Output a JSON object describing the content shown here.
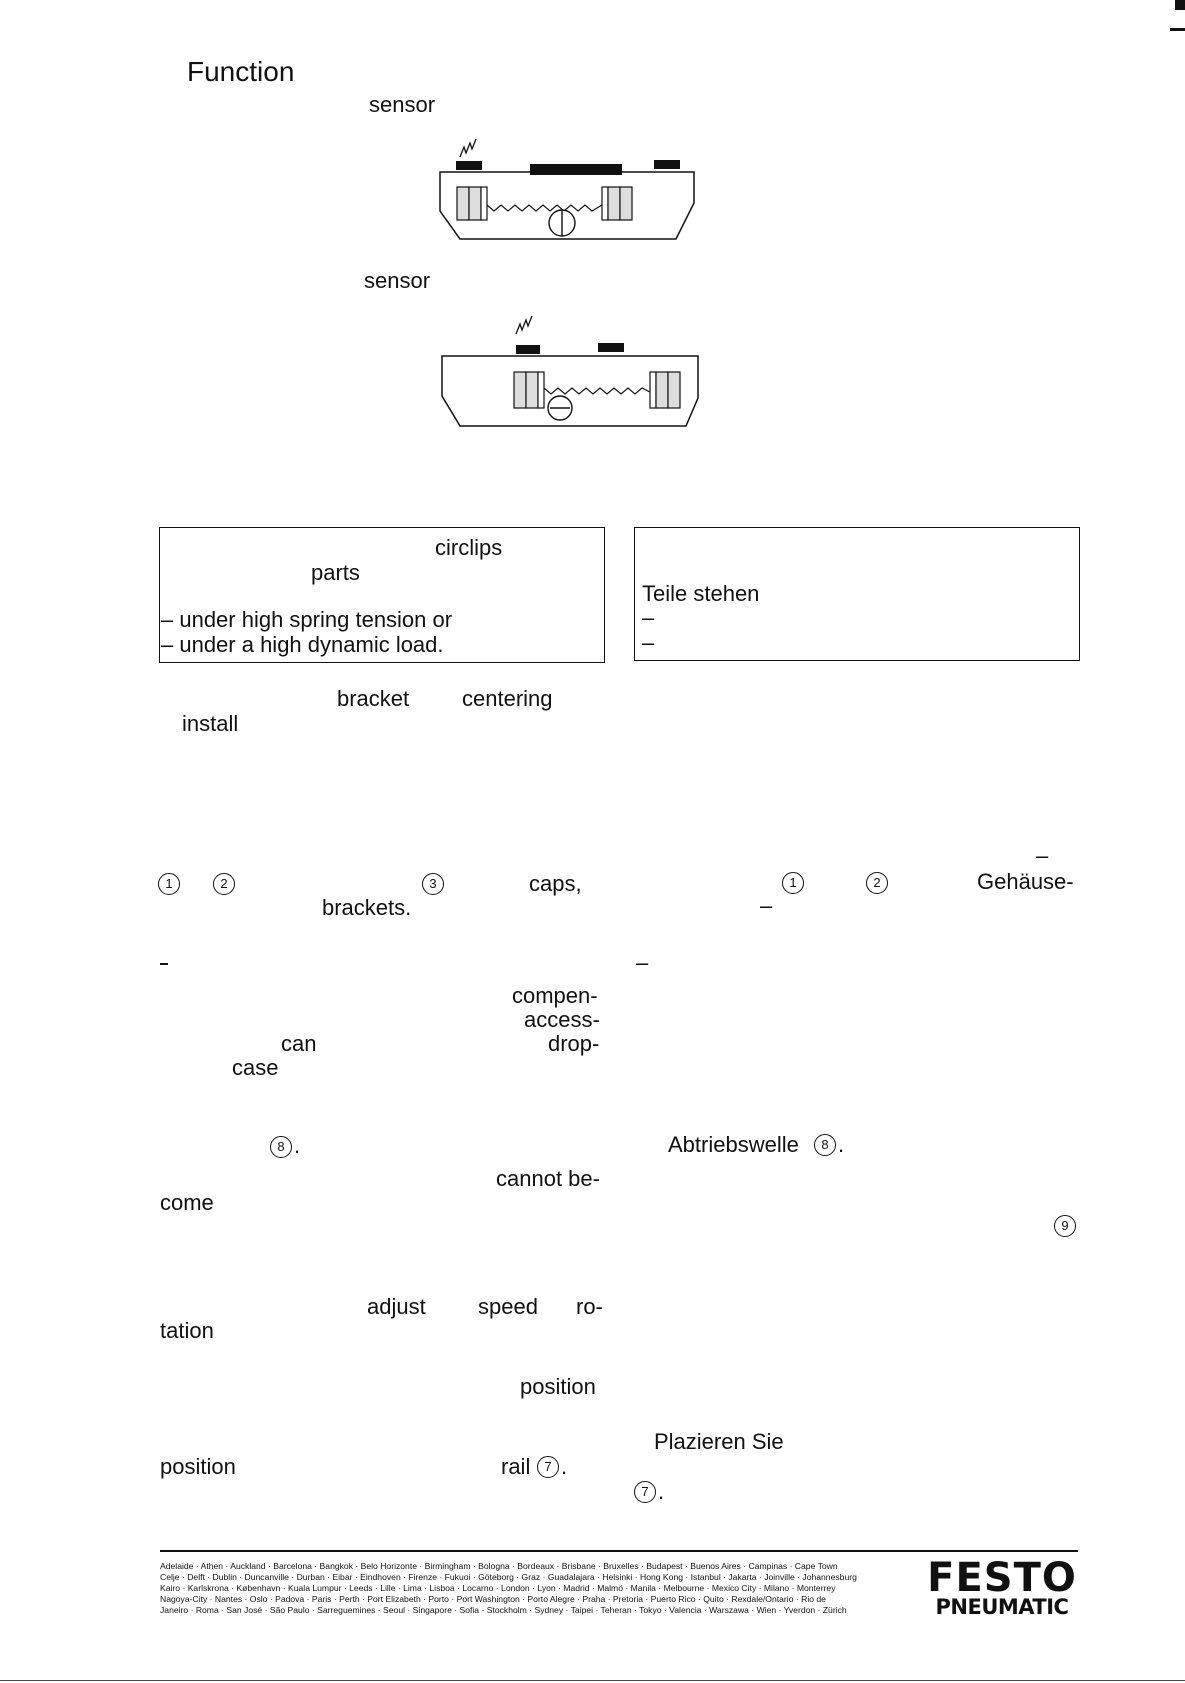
{
  "heading": "Function",
  "diagram1": {
    "label": "sensor"
  },
  "diagram2": {
    "label": "sensor"
  },
  "warning_en": {
    "line1": "circlips",
    "line2": "parts",
    "line3": "– under high spring tension or",
    "line4": "– under a high dynamic load."
  },
  "warning_de": {
    "line1": "Teile stehen",
    "line2": "–",
    "dash": "–"
  },
  "left": {
    "w_bracket": "bracket",
    "w_centering": "centering",
    "w_install": "install",
    "ref1": "1",
    "ref2": "2",
    "ref3": "3",
    "w_caps": "caps,",
    "w_brackets": "brackets.",
    "w_compen": "compen-",
    "w_access": "access-",
    "w_can": "can",
    "w_drop": "drop-",
    "w_case": "case",
    "ref8": "8",
    "ref8_suffix": ".",
    "w_cannot": "cannot be-",
    "w_come": "come",
    "w_adjust": "adjust",
    "w_speed": "speed",
    "w_ro": "ro-",
    "w_tation": "tation",
    "w_position1": "position",
    "w_position2": "position",
    "w_rail": "rail",
    "ref7": "7",
    "ref7_suffix": "."
  },
  "right": {
    "ref1": "1",
    "ref2": "2",
    "w_gehause": "Gehäuse-",
    "dash_a": "–",
    "dash_b": "–",
    "dash_c": "–",
    "w_abtrieb": "Abtriebswelle",
    "ref8": "8",
    "ref8_suffix": ".",
    "ref9": "9",
    "w_plazieren": "Plazieren Sie",
    "ref7": "7",
    "ref7_suffix": "."
  },
  "footer": {
    "cities": [
      "Adelaide · Athen · Auckland · Barcelona · Bangkok · Belo Horizonte · Birmingham · Bologna · Bordeaux · Brisbane · Bruxelles · Budapest · Buenos Aires · Campinas · Cape Town",
      "Celje · Delft · Dublin · Duncanville · Durban · Eibar · Eindhoven · Firenze · Fukuoi · Göteborg · Graz · Guadalajara · Helsinki · Hong Kong · Istanbul · Jakarta · Joinville · Johannesburg",
      "Kairo · Karlskrona · København · Kuala Lumpur · Leeds · Lille · Lima · Lisboa · Locarno · London · Lyon · Madrid · Malmö · Manila · Melbourne · Mexico City · Milano · Monterrey",
      "Nagoya-City · Nantes · Oslo · Padova · Paris · Perth · Port Elizabeth · Porto · Port Washington · Porto Alegre · Praha · Pretoria · Puerto Rico · Quito · Rexdale/Ontario · Rio de",
      "Janeiro · Roma · San José · São Paulo · Sarreguemines · Seoul · Singapore · Sofia · Stockholm · Sydney · Taipei · Teheran · Tokyo · Valencia · Warszawa · Wien · Yverdon · Zürich"
    ],
    "logo_line1": "FESTO",
    "logo_line2": "PNEUMATIC"
  }
}
